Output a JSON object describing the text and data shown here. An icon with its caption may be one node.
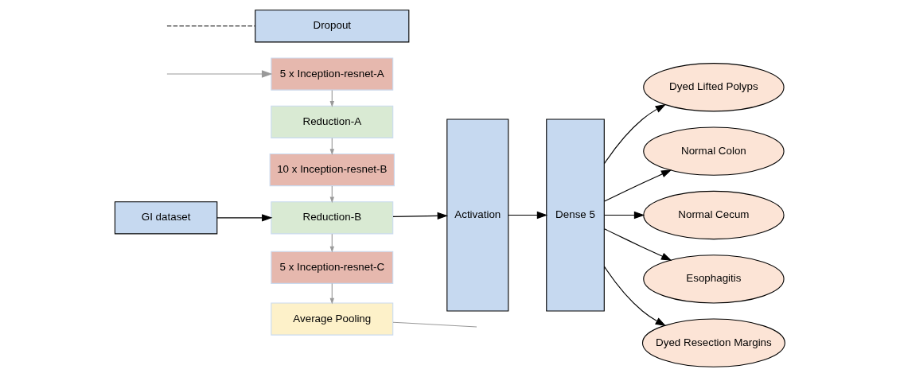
{
  "diagram": {
    "nodes": [
      {
        "text": [
          "GI dataset"
        ]
      },
      {
        "text": [
          "Average Pooling"
        ]
      },
      {
        "text": [
          "5 x Inception-resnet-C"
        ]
      },
      {
        "text": [
          "Reduction-B"
        ]
      },
      {
        "text": [
          "10 x Inception-resnet-B"
        ]
      },
      {
        "text": [
          "Reduction-A"
        ]
      },
      {
        "text": [
          "5 x Inception-resnet-A"
        ]
      },
      {
        "text": [
          "Activation"
        ]
      },
      {
        "text": [
          "Dense 5"
        ]
      },
      {
        "text": [
          "Dropout"
        ]
      },
      {
        "text": [
          "Dyed Lifted Polyps"
        ]
      },
      {
        "text": [
          "Normal Colon"
        ]
      },
      {
        "text": [
          "Normal Cecum"
        ]
      },
      {
        "text": [
          "Esophagitis"
        ]
      },
      {
        "text": [
          "Dyed Resection Margins"
        ]
      }
    ],
    "edges": [
      {
        "from": 0,
        "to": 3,
        "arrow": "to"
      },
      {
        "from": null,
        "to": 6,
        "arrow": "to",
        "color": "#999999"
      },
      {
        "from": 6,
        "to": 5,
        "arrow": "to",
        "color": "#999999"
      },
      {
        "from": 5,
        "to": 4,
        "arrow": "to",
        "color": "#999999"
      },
      {
        "from": 4,
        "to": 3,
        "arrow": "to",
        "color": "#999999"
      },
      {
        "from": 3,
        "to": 2,
        "arrow": "to",
        "color": "#999999"
      },
      {
        "from": 2,
        "to": 1,
        "arrow": "to",
        "color": "#999999"
      },
      {
        "from": 1,
        "to": null,
        "arrow": "none",
        "color": "#999999"
      },
      {
        "from": 3,
        "to": 7,
        "arrow": "to"
      },
      {
        "from": 7,
        "to": 8,
        "arrow": "to"
      },
      {
        "from": null,
        "to": 9,
        "arrow": "none",
        "style": "dashed"
      },
      {
        "from": 8,
        "to": 10,
        "arrow": "to"
      },
      {
        "from": 8,
        "to": 11,
        "arrow": "to"
      },
      {
        "from": 8,
        "to": 12,
        "arrow": "to"
      },
      {
        "from": 8,
        "to": 13,
        "arrow": "to"
      },
      {
        "from": 8,
        "to": 14,
        "arrow": "to"
      }
    ]
  }
}
